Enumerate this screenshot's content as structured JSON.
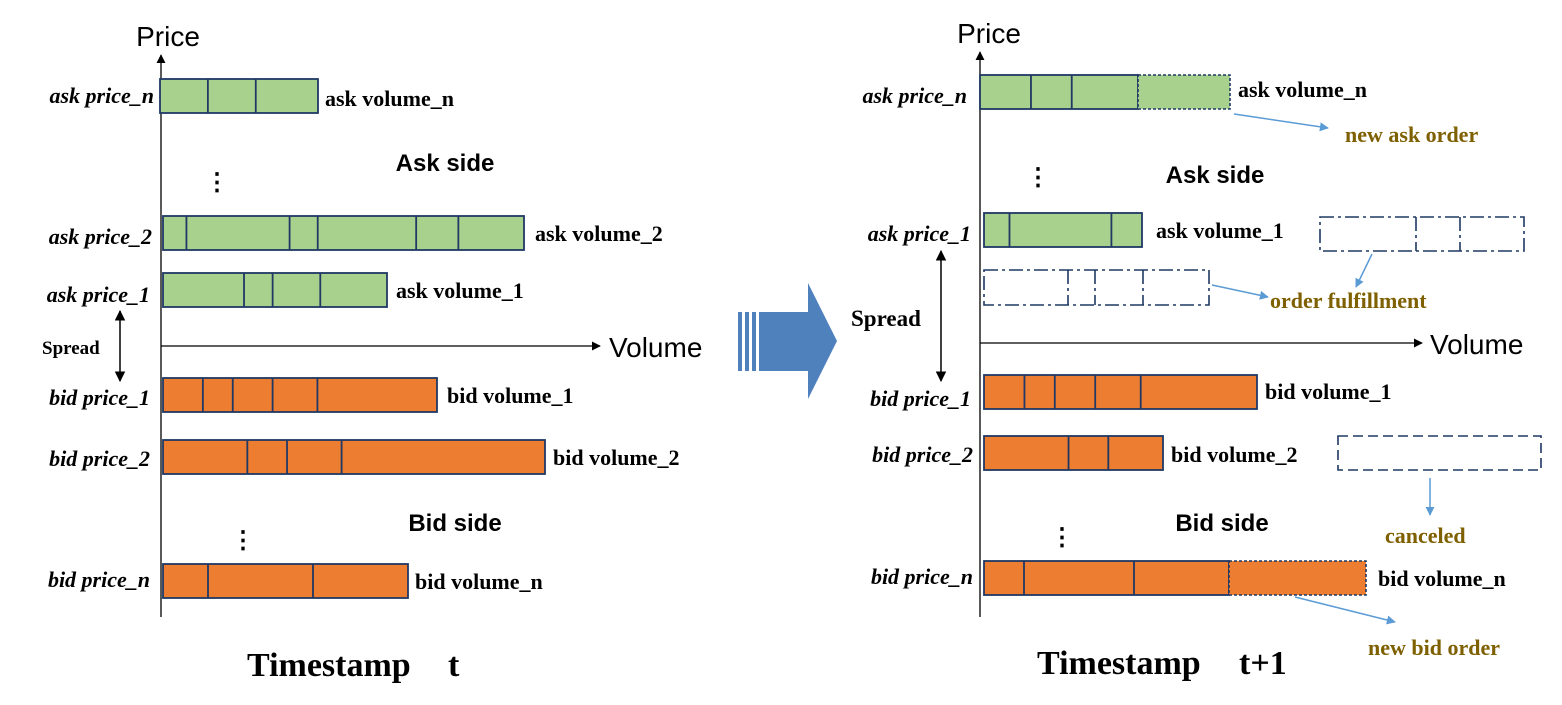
{
  "colors": {
    "ask_fill": "#a9d18e",
    "bid_fill": "#ed7d31",
    "block_stroke": "#1f3864",
    "note_text": "#7f6000",
    "note_arrow": "#5b9bd5",
    "big_arrow": "#4f81bd"
  },
  "panel_t": {
    "y_axis_label": "Price",
    "x_axis_label": "Volume",
    "caption_word": "Timestamp",
    "caption_var": "t",
    "ask_side_label": "Ask side",
    "bid_side_label": "Bid side",
    "spread_label": "Spread",
    "levels": [
      {
        "price": "ask price_n",
        "volume": "ask volume_n",
        "side": "ask",
        "orders": [
          1,
          1,
          1.3
        ]
      },
      {
        "price": "ask price_2",
        "volume": "ask volume_2",
        "side": "ask",
        "orders": [
          0.5,
          2.2,
          0.6,
          2.1,
          0.9,
          1.4
        ]
      },
      {
        "price": "ask price_1",
        "volume": "ask volume_1",
        "side": "ask",
        "orders": [
          1.7,
          0.6,
          1,
          1.4
        ]
      },
      {
        "price": "bid price_1",
        "volume": "bid volume_1",
        "side": "bid",
        "orders": [
          0.8,
          0.6,
          0.8,
          0.9,
          2.4
        ]
      },
      {
        "price": "bid price_2",
        "volume": "bid volume_2",
        "side": "bid",
        "orders": [
          1.7,
          0.8,
          1.1,
          4.1
        ]
      },
      {
        "price": "bid price_n",
        "volume": "bid volume_n",
        "side": "bid",
        "orders": [
          0.9,
          2.1,
          1.9
        ]
      }
    ]
  },
  "panel_t1": {
    "y_axis_label": "Price",
    "x_axis_label": "Volume",
    "caption_word": "Timestamp",
    "caption_var": "t+1",
    "ask_side_label": "Ask side",
    "bid_side_label": "Bid side",
    "spread_label": "Spread",
    "levels": [
      {
        "price": "ask price_n",
        "volume": "ask volume_n",
        "side": "ask",
        "orders": [
          1,
          0.8,
          1.3
        ],
        "new_order": 1.8
      },
      {
        "price": "ask price_1",
        "volume": "ask volume_1",
        "side": "ask",
        "orders": [
          0.5,
          2,
          0.6
        ]
      },
      {
        "price": "bid price_1",
        "volume": "bid volume_1",
        "side": "bid",
        "orders": [
          0.8,
          0.6,
          0.8,
          0.9,
          2.3
        ]
      },
      {
        "price": "bid price_2",
        "volume": "bid volume_2",
        "side": "bid",
        "orders": [
          1.7,
          0.8,
          1.1
        ]
      },
      {
        "price": "bid price_n",
        "volume": "bid volume_n",
        "side": "bid",
        "orders": [
          0.8,
          2.2,
          1.9
        ],
        "new_order": 2.7
      }
    ],
    "notes": {
      "new_ask": "new ask order",
      "fulfillment": "order fulfillment",
      "canceled": "canceled",
      "new_bid": "new bid order"
    }
  }
}
